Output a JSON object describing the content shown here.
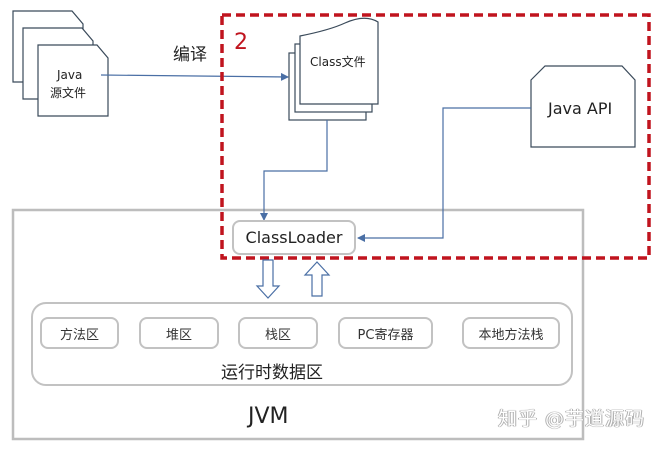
{
  "diagram": {
    "source_file": {
      "line1": "Java",
      "line2": "源文件"
    },
    "compile_label": "编译",
    "highlight_number": "2",
    "class_file_label": "Class文件",
    "java_api_label": "Java API",
    "classloader_label": "ClassLoader",
    "runtime_data_area": {
      "title": "运行时数据区",
      "regions": [
        "方法区",
        "堆区",
        "栈区",
        "PC寄存器",
        "本地方法栈"
      ]
    },
    "jvm_label": "JVM",
    "watermark": "知乎 @芋道源码",
    "colors": {
      "highlight_border": "#c0141e",
      "arrow": "#4a6fa5",
      "doc_outline": "#3a4a5a",
      "container_border": "#bdbdbd"
    }
  }
}
